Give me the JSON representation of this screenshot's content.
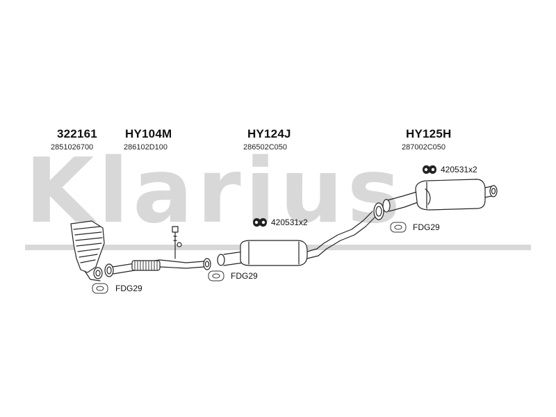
{
  "brand": {
    "watermark": "Klarius",
    "color": "#d6d6d6"
  },
  "parts": [
    {
      "code": "322161",
      "oem": "2851026700"
    },
    {
      "code": "HY104M",
      "oem": "286102D100"
    },
    {
      "code": "HY124J",
      "oem": "286502C050"
    },
    {
      "code": "HY125H",
      "oem": "287002C050"
    }
  ],
  "callouts": [
    {
      "label": "FDG29",
      "icon": "gasket-ring-icon"
    },
    {
      "label": "FDG29",
      "icon": "gasket-ring-icon"
    },
    {
      "label": "420531x2",
      "icon": "rubber-mount-icon"
    },
    {
      "label": "FDG29",
      "icon": "gasket-ring-icon"
    },
    {
      "label": "420531x2",
      "icon": "rubber-mount-icon"
    }
  ]
}
